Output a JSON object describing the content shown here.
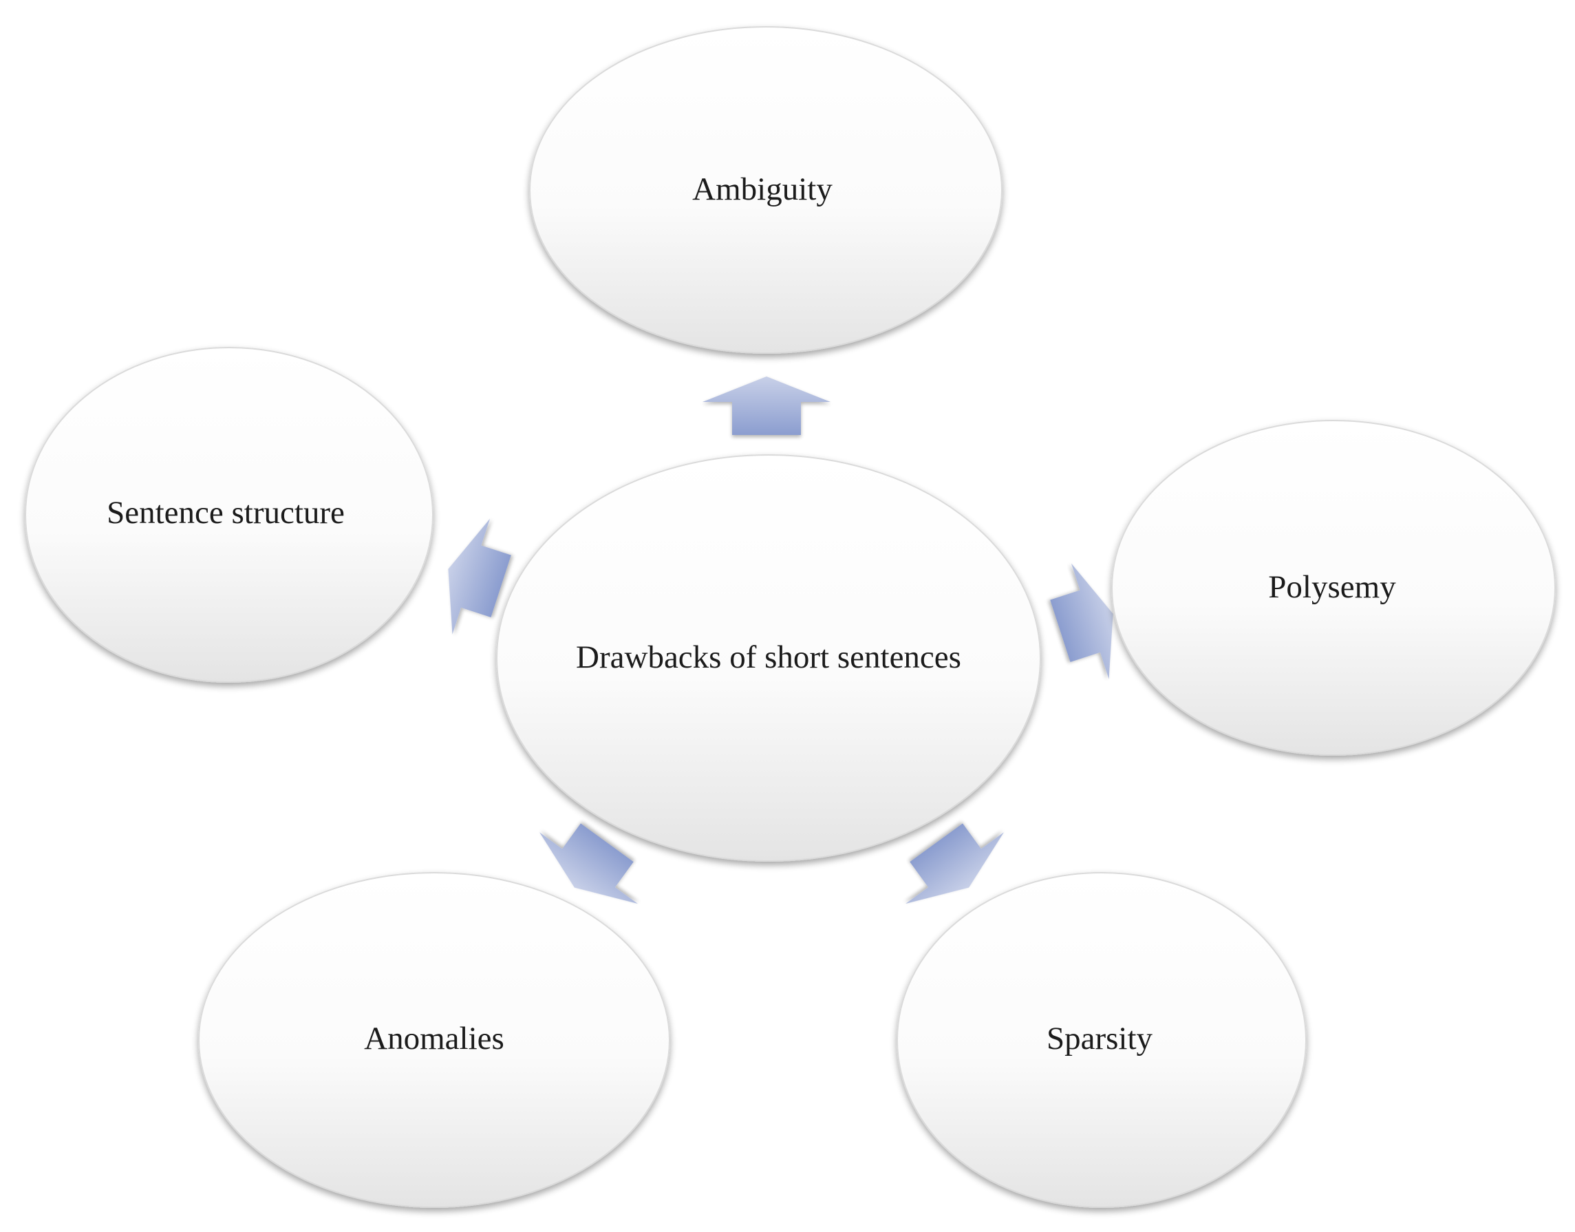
{
  "center": {
    "label": "Drawbacks of short sentences"
  },
  "nodes": [
    {
      "id": "ambiguity",
      "label": "Ambiguity"
    },
    {
      "id": "polysemy",
      "label": "Polysemy"
    },
    {
      "id": "sparsity",
      "label": "Sparsity"
    },
    {
      "id": "anomalies",
      "label": "Anomalies"
    },
    {
      "id": "sentence-structure",
      "label": "Sentence structure"
    }
  ],
  "colors": {
    "arrow_fill_top": "#c4cde6",
    "arrow_fill_bottom": "#8e9fd0",
    "node_fill_top": "#ffffff",
    "node_fill_bottom": "#e6e6e6",
    "node_stroke": "#d9d9d9",
    "text": "#1b1b1b"
  }
}
